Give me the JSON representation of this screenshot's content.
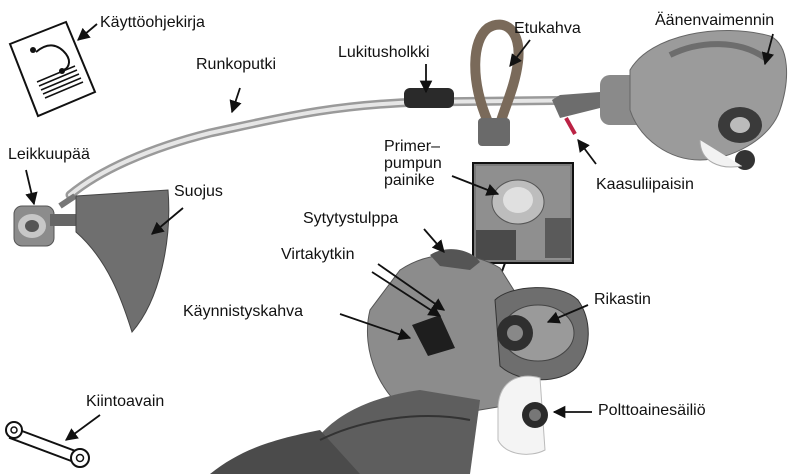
{
  "diagram": {
    "labels": {
      "manual": "Käyttöohjekirja",
      "shaft": "Runkoputki",
      "lock_sleeve": "Lukitusholkki",
      "front_handle": "Etukahva",
      "muffler": "Äänenvaimennin",
      "cutting_head": "Leikkuupää",
      "guard": "Suojus",
      "primer_line1": "Primer–",
      "primer_line2": "pumpun",
      "primer_line3": "painike",
      "throttle": "Kaasuliipaisin",
      "spark_plug": "Sytytystulppa",
      "switch": "Virtakytkin",
      "choke": "Rikastin",
      "starter_handle": "Käynnistyskahva",
      "wrench": "Kiintoavain",
      "fuel_tank": "Polttoainesäiliö"
    }
  }
}
